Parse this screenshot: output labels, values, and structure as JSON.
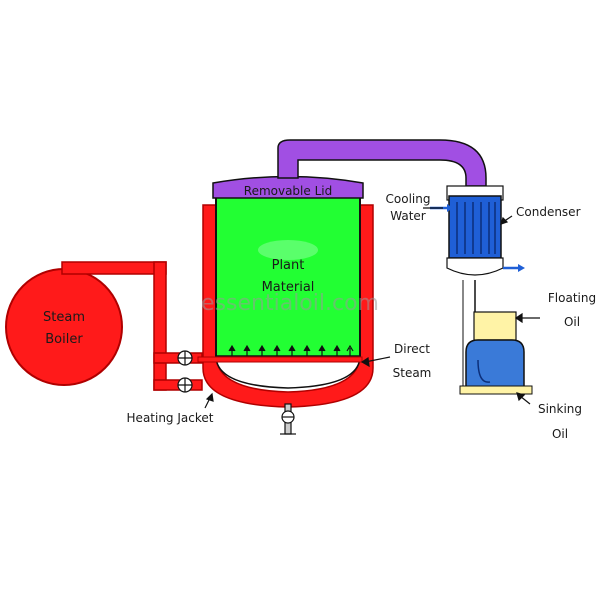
{
  "labels": {
    "removable_lid": "Removable Lid",
    "cooling_water": [
      "Cooling",
      "Water"
    ],
    "condenser": "Condenser",
    "plant_material": [
      "Plant",
      "Material"
    ],
    "steam_boiler": [
      "Steam",
      "Boiler"
    ],
    "direct_steam": [
      "Direct",
      "Steam"
    ],
    "floating_oil": [
      "Floating",
      "Oil"
    ],
    "heating_jacket": "Heating Jacket",
    "sinking_oil": [
      "Sinking",
      "Oil"
    ]
  },
  "watermark": "essentialoil.com",
  "colors": {
    "vessel_red": "#ff1a1a",
    "plant_green": "#22ff33",
    "lid_purple": "#a14fe3",
    "condenser_blue": "#1f5fd6",
    "receiver_blue": "#3a7ad8",
    "oil_yellow": "#fff3a6"
  }
}
